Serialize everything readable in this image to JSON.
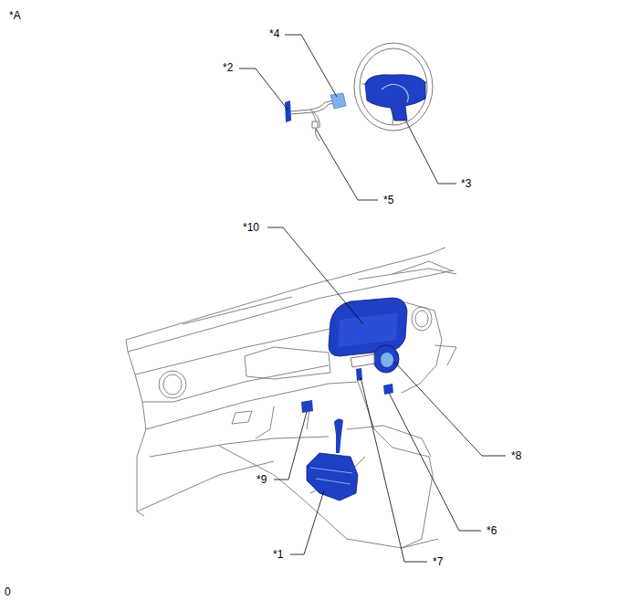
{
  "diagram": {
    "labels": [
      "*A",
      "*4",
      "*2",
      "*3",
      "*5",
      "*10",
      "*8",
      "*6",
      "*9",
      "*1",
      "*7",
      "0"
    ]
  }
}
